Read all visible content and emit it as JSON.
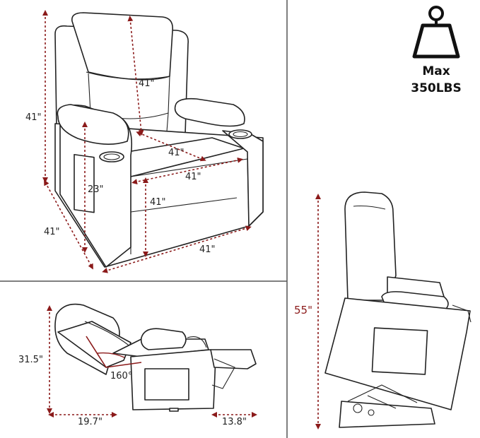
{
  "weight_capacity": {
    "line1": "Max",
    "line2": "350LBS",
    "icon": "weight-icon"
  },
  "front_view": {
    "overall_height": "41\"",
    "back_height": "41\"",
    "seat_depth": "41\"",
    "seat_width": "41\"",
    "armrest_height": "23\"",
    "seat_height": "41\"",
    "overall_depth": "41\"",
    "overall_width": "41\""
  },
  "reclined_view": {
    "height": "31.5\"",
    "recline_angle": "160°",
    "back_clearance": "19.7\"",
    "footrest_extension": "13.8\""
  },
  "lift_view": {
    "lift_height": "55\""
  },
  "colors": {
    "dimension_arrow": "#8b1a1a",
    "outline": "#222222",
    "divider": "#555555"
  }
}
